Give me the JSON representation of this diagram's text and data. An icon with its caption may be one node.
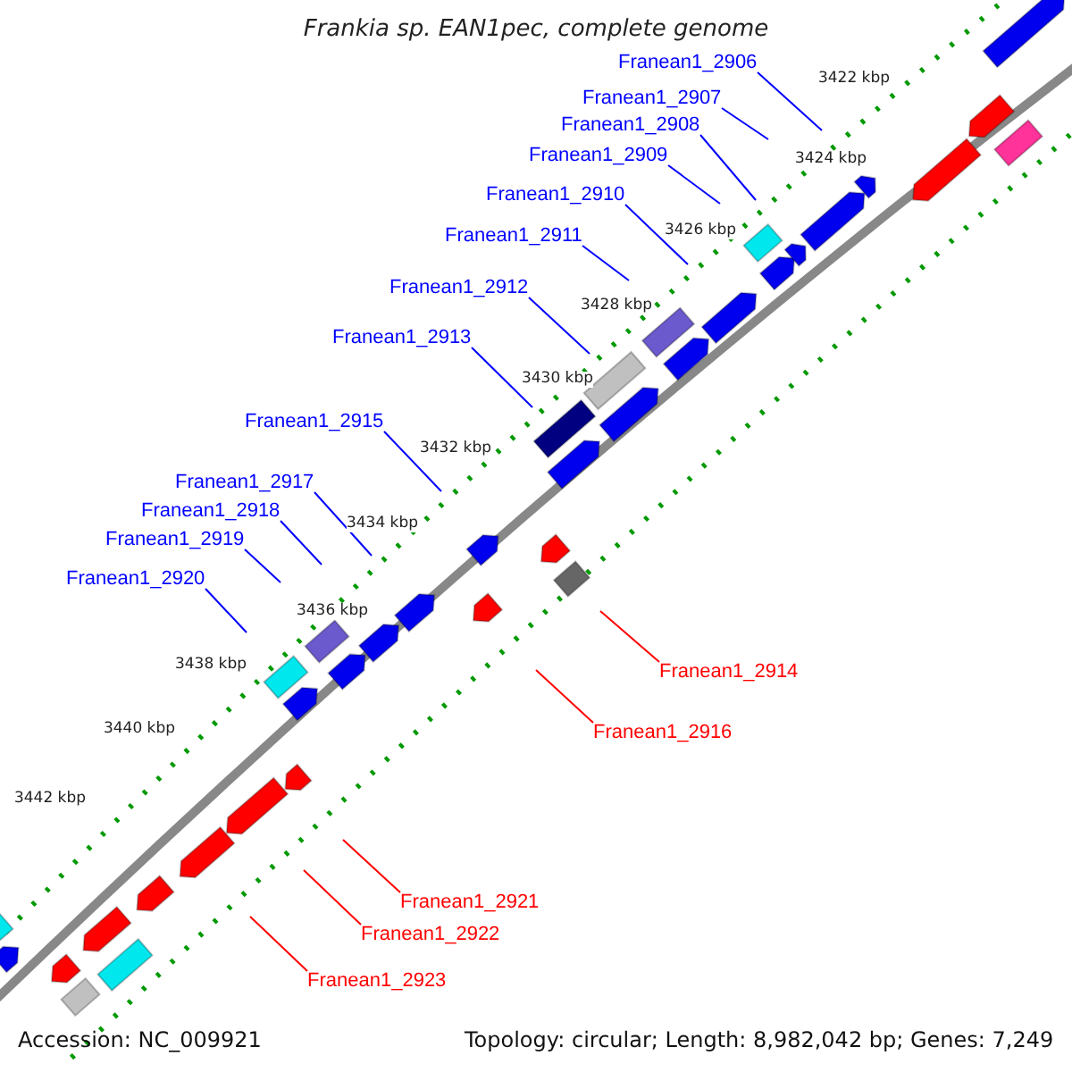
{
  "diagram": {
    "title": "Frankia sp. EAN1pec, complete genome",
    "nodes": [
      {
        "text": [
          "Franean1_2906"
        ]
      },
      {
        "text": [
          "Franean1_2907"
        ]
      },
      {
        "text": [
          "Franean1_2908"
        ]
      },
      {
        "text": [
          "Franean1_2909"
        ]
      },
      {
        "text": [
          "Franean1_2910"
        ]
      },
      {
        "text": [
          "Franean1_2911"
        ]
      },
      {
        "text": [
          "Franean1_2912"
        ]
      },
      {
        "text": [
          "Franean1_2913"
        ]
      },
      {
        "text": [
          "Franean1_2915"
        ]
      },
      {
        "text": [
          "Franean1_2917"
        ]
      },
      {
        "text": [
          "Franean1_2918"
        ]
      },
      {
        "text": [
          "Franean1_2919"
        ]
      },
      {
        "text": [
          "Franean1_2920"
        ]
      },
      {
        "text": [
          "Franean1_2914"
        ]
      },
      {
        "text": [
          "Franean1_2916"
        ]
      },
      {
        "text": [
          "Franean1_2921"
        ]
      },
      {
        "text": [
          "Franean1_2922"
        ]
      },
      {
        "text": [
          "Franean1_2923"
        ]
      }
    ],
    "edges": [
      {
        "from": 0,
        "to": null,
        "arrow": "none"
      },
      {
        "from": 1,
        "to": null,
        "arrow": "none"
      },
      {
        "from": 2,
        "to": null,
        "arrow": "none"
      },
      {
        "from": 3,
        "to": null,
        "arrow": "none"
      },
      {
        "from": 4,
        "to": null,
        "arrow": "none"
      },
      {
        "from": 5,
        "to": null,
        "arrow": "none"
      },
      {
        "from": 6,
        "to": null,
        "arrow": "none"
      },
      {
        "from": 7,
        "to": null,
        "arrow": "none"
      },
      {
        "from": 8,
        "to": null,
        "arrow": "none"
      },
      {
        "from": 9,
        "to": null,
        "arrow": "none"
      },
      {
        "from": 10,
        "to": null,
        "arrow": "none"
      },
      {
        "from": 11,
        "to": null,
        "arrow": "none"
      },
      {
        "from": 12,
        "to": null,
        "arrow": "none"
      },
      {
        "from": 13,
        "to": null,
        "arrow": "none",
        "color": "#ff0000"
      },
      {
        "from": 14,
        "to": null,
        "arrow": "none",
        "color": "#ff0000"
      },
      {
        "from": 15,
        "to": null,
        "arrow": "none",
        "color": "#ff0000"
      },
      {
        "from": 16,
        "to": null,
        "arrow": "none",
        "color": "#ff0000"
      },
      {
        "from": 17,
        "to": null,
        "arrow": "none",
        "color": "#ff0000"
      }
    ],
    "labels": [
      "3422 kbp",
      "3424 kbp",
      "3426 kbp",
      "3428 kbp",
      "3430 kbp",
      "3432 kbp",
      "3434 kbp",
      "3436 kbp",
      "3438 kbp",
      "3440 kbp",
      "3442 kbp",
      "Accession: NC_009921",
      "Topology: circular; Length: 8,982,042 bp; Genes: 7,249"
    ]
  }
}
